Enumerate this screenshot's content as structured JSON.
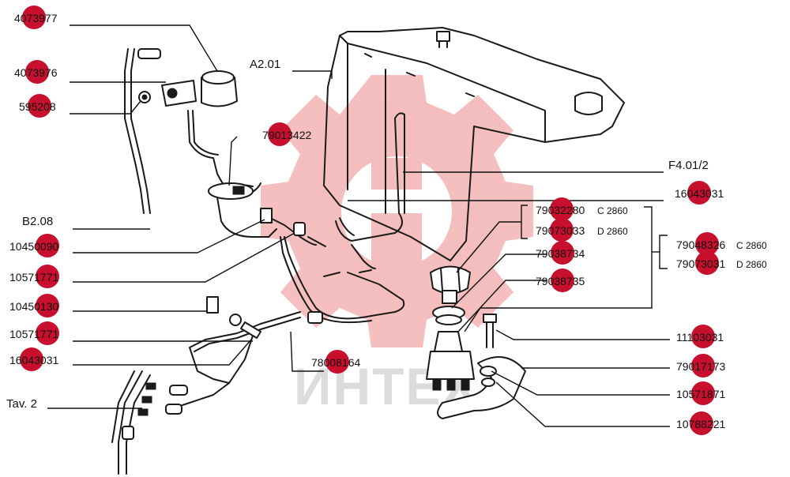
{
  "callouts": [
    {
      "id": "c1",
      "label": "4073977"
    },
    {
      "id": "c2",
      "label": "4073976"
    },
    {
      "id": "c3",
      "label": "595208"
    },
    {
      "id": "c4",
      "label": "10450090"
    },
    {
      "id": "c5",
      "label": "10571771"
    },
    {
      "id": "c6",
      "label": "10450130"
    },
    {
      "id": "c7",
      "label": "10571771"
    },
    {
      "id": "c8",
      "label": "16043031"
    },
    {
      "id": "c9",
      "label": "79013422"
    },
    {
      "id": "c10",
      "label": "78008164"
    },
    {
      "id": "c11",
      "label": "16043031"
    },
    {
      "id": "c12",
      "label": "79032280"
    },
    {
      "id": "c13",
      "label": "79073033"
    },
    {
      "id": "c14",
      "label": "79038734"
    },
    {
      "id": "c15",
      "label": "79038735"
    },
    {
      "id": "c16",
      "label": "79048326"
    },
    {
      "id": "c17",
      "label": "79073031"
    },
    {
      "id": "c18",
      "label": "11103031"
    },
    {
      "id": "c19",
      "label": "79017173"
    },
    {
      "id": "c20",
      "label": "10571871"
    },
    {
      "id": "c21",
      "label": "10788221"
    }
  ],
  "variants": {
    "v12": "C 2860",
    "v13": "D 2860",
    "v16": "C 2860",
    "v17": "D 2860"
  },
  "references": {
    "a201": "A2.01",
    "b208": "B2.08",
    "f4012": "F4.01/2",
    "tav2": "Tav. 2"
  },
  "watermark": "ИНТЕХ",
  "colors": {
    "callout_dot": "#c8102e",
    "watermark_logo": "#f5b8b8",
    "watermark_text": "#dcdcdc"
  }
}
